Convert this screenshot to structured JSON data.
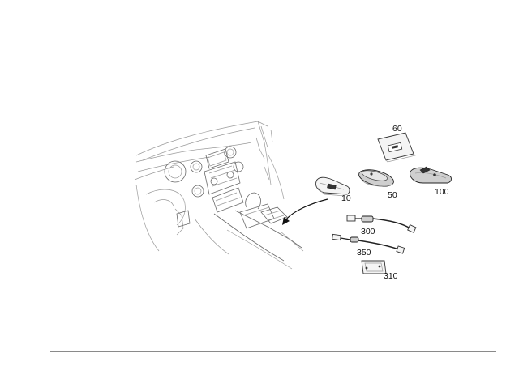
{
  "diagram": {
    "callouts": {
      "c60": "60",
      "c10": "10",
      "c50": "50",
      "c100": "100",
      "c300": "300",
      "c350": "350",
      "c310": "310"
    }
  }
}
